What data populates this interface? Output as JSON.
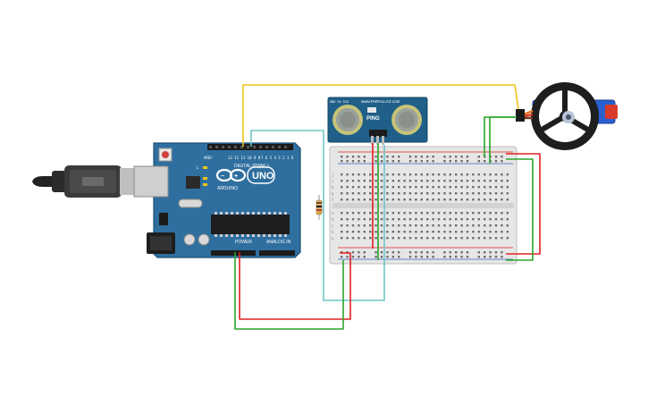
{
  "arduino": {
    "brand": "ARDUINO",
    "model": "UNO",
    "digital_header": "DIGITAL (PWM~)",
    "power_header": "POWER",
    "analog_header": "ANALOG IN",
    "led_labels": [
      "L",
      "TX",
      "RX"
    ],
    "board_color": "#2f6f9f",
    "icon": "arduino-infinity-logo-icon"
  },
  "sensor": {
    "name": "PING",
    "brand_text": "www.PARALLAX.com",
    "side_text": "GND 5V SIG",
    "board_color": "#1f5f88"
  },
  "breadboard": {
    "row_letters_top": [
      "j",
      "i",
      "h",
      "g",
      "f"
    ],
    "row_letters_bottom": [
      "e",
      "d",
      "c",
      "b",
      "a"
    ],
    "columns": 30
  },
  "servo": {
    "name": "servo motor",
    "body_color": "#2a5fd0"
  },
  "resistor": {
    "name": "resistor"
  },
  "wire_colors": {
    "yellow": "#f0c419",
    "red": "#e02020",
    "green": "#2aa52a",
    "teal": "#6fc7c7"
  }
}
